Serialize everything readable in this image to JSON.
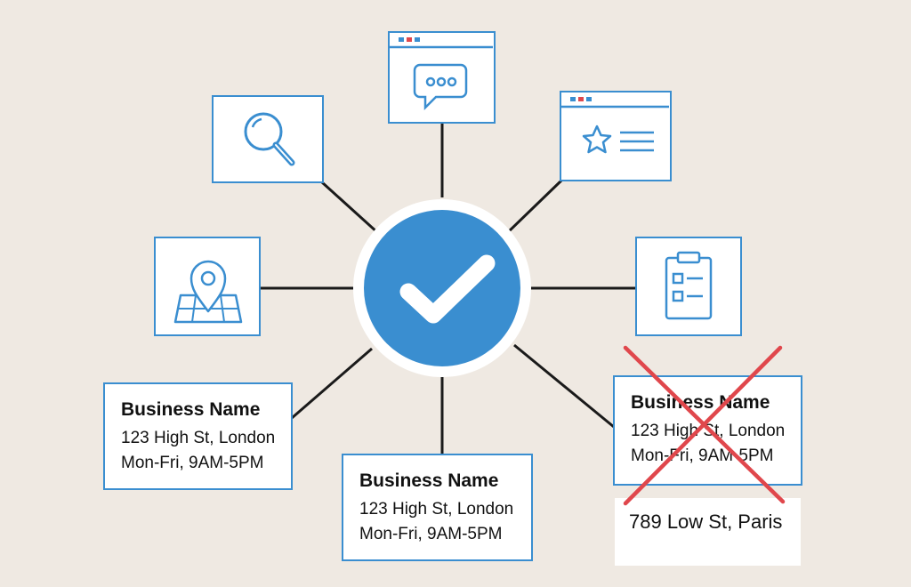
{
  "colors": {
    "background": "#efe9e2",
    "accent_blue": "#3a8ed0",
    "connector": "#1a1a1a",
    "cross_red": "#e0474c",
    "dot_red": "#e0474c"
  },
  "hub": {
    "icon": "check-mark-icon"
  },
  "icon_boxes": [
    {
      "id": "chat",
      "icon": "chat-bubble-icon"
    },
    {
      "id": "search",
      "icon": "magnifier-icon"
    },
    {
      "id": "reviews",
      "icon": "star-list-icon"
    },
    {
      "id": "map",
      "icon": "map-pin-icon"
    },
    {
      "id": "checklist",
      "icon": "clipboard-icon"
    }
  ],
  "listings": [
    {
      "name": "Business Name",
      "address": "123 High St, London",
      "hours": "Mon-Fri, 9AM-5PM",
      "status": "correct"
    },
    {
      "name": "Business Name",
      "address": "123 High St, London",
      "hours": "Mon-Fri, 9AM-5PM",
      "status": "correct"
    },
    {
      "name": "Business Name",
      "address": "123 High St, London",
      "hours": "Mon-Fri, 9AM-5PM",
      "status": "incorrect"
    }
  ],
  "wrong_address": "789 Low St, Paris"
}
